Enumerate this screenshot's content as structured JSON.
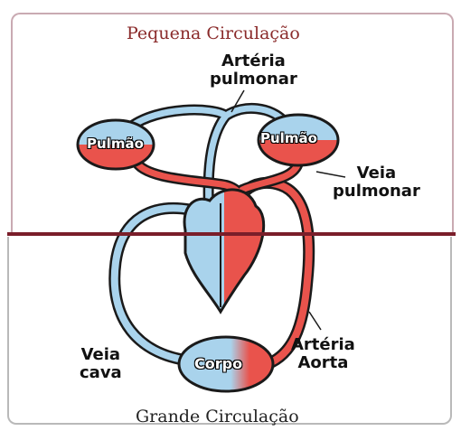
{
  "titles": {
    "top": "Pequena Circulação",
    "bottom": "Grande Circulação"
  },
  "labels": {
    "arteria_pulmonar": [
      "Artéria",
      "pulmonar"
    ],
    "veia_pulmonar": [
      "Veia",
      "pulmonar"
    ],
    "veia_cava": [
      "Veia",
      "cava"
    ],
    "arteria_aorta": [
      "Artéria",
      "Aorta"
    ]
  },
  "organs": {
    "left_lung": "Pulmão",
    "right_lung": "Pulmão",
    "body": "Corpo"
  },
  "colors": {
    "venous_blue": "#a9d3ec",
    "arterial_red": "#e9534c",
    "outline": "#1a1a1a",
    "divider": "#7a1e2a"
  }
}
